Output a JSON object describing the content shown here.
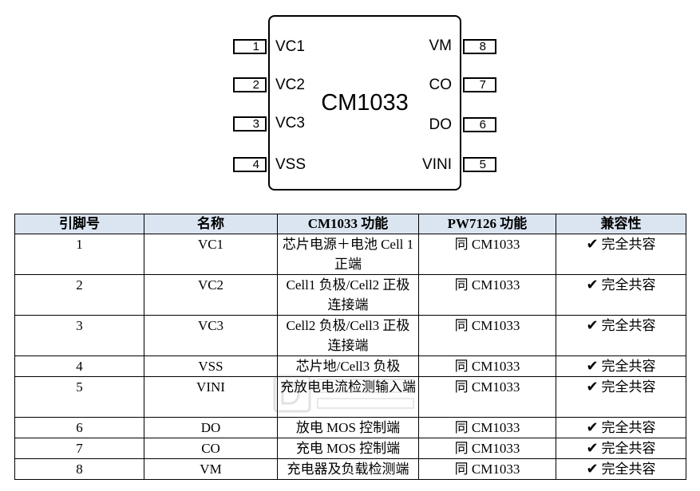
{
  "chip": {
    "name": "CM1033",
    "left_pins": [
      {
        "number": "1",
        "label": "VC1"
      },
      {
        "number": "2",
        "label": "VC2"
      },
      {
        "number": "3",
        "label": "VC3"
      },
      {
        "number": "4",
        "label": "VSS"
      }
    ],
    "right_pins": [
      {
        "number": "8",
        "label": "VM"
      },
      {
        "number": "7",
        "label": "CO"
      },
      {
        "number": "6",
        "label": "DO"
      },
      {
        "number": "5",
        "label": "VINI"
      }
    ]
  },
  "table": {
    "headers": [
      "引脚号",
      "名称",
      "CM1033 功能",
      "PW7126 功能",
      "兼容性"
    ],
    "check_icon": "check-mark-icon",
    "rows": [
      {
        "pin": "1",
        "name": "VC1",
        "cm_func": "芯片电源＋电池 Cell 1 正端",
        "pw_func": "同 CM1033",
        "compat": "完全共容"
      },
      {
        "pin": "2",
        "name": "VC2",
        "cm_func": "Cell1 负极/Cell2 正极连接端",
        "pw_func": "同 CM1033",
        "compat": "完全共容"
      },
      {
        "pin": "3",
        "name": "VC3",
        "cm_func": "Cell2 负极/Cell3 正极连接端",
        "pw_func": "同 CM1033",
        "compat": "完全共容"
      },
      {
        "pin": "4",
        "name": "VSS",
        "cm_func": "芯片地/Cell3 负极",
        "pw_func": "同 CM1033",
        "compat": "完全共容"
      },
      {
        "pin": "5",
        "name": "VINI",
        "cm_func": "充放电电流检测输入端",
        "pw_func": "同 CM1033",
        "compat": "完全共容"
      },
      {
        "pin": "6",
        "name": "DO",
        "cm_func": "放电 MOS 控制端",
        "pw_func": "同 CM1033",
        "compat": "完全共容"
      },
      {
        "pin": "7",
        "name": "CO",
        "cm_func": "充电 MOS 控制端",
        "pw_func": "同 CM1033",
        "compat": "完全共容"
      },
      {
        "pin": "8",
        "name": "VM",
        "cm_func": "充电器及负载检测端",
        "pw_func": "同 CM1033",
        "compat": "完全共容"
      }
    ]
  }
}
